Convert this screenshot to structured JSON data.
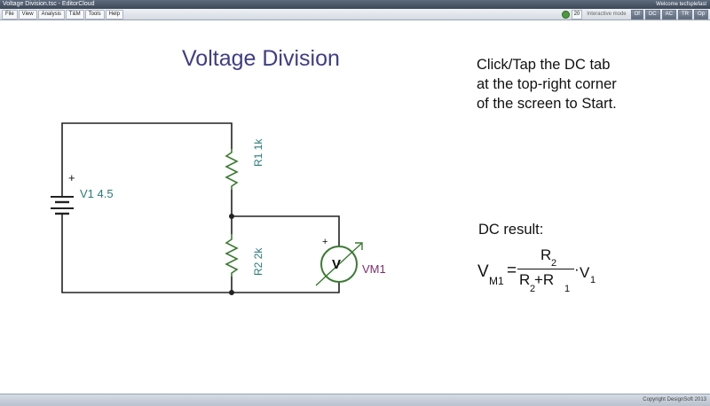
{
  "window": {
    "title": "Voltage Division.tsc - EditorCloud",
    "welcome": "Welcome tecfsplefast"
  },
  "menu": {
    "items": [
      "File",
      "View",
      "Analysis",
      "T&M",
      "Tools",
      "Help"
    ]
  },
  "toolbar_right": {
    "counter": "20",
    "mode": "Interactive mode",
    "tabs": [
      "Of",
      "DC",
      "AC",
      "TR",
      "Op"
    ]
  },
  "canvas": {
    "title": "Voltage Division",
    "instructions": [
      "Click/Tap the DC tab",
      "at the top-right corner",
      "of the screen to Start."
    ],
    "result_label": "DC result:",
    "formula": {
      "lhs": "V",
      "lhs_sub": "M1",
      "equals": "=",
      "num": "R",
      "num_sub": "2",
      "den": "R  +R",
      "den_sub1": "2",
      "den_sub2": "1",
      "dot": "·",
      "rhs": "V",
      "rhs_sub": "1"
    },
    "circuit": {
      "battery_label": "V1 4.5",
      "battery_plus": "+",
      "r1_label": "R1 1k",
      "r2_label": "R2 2k",
      "meter_label": "VM1",
      "meter_plus": "+",
      "meter_symbol": "V"
    }
  },
  "status": {
    "copyright": "Copyright DesignSoft 2013"
  },
  "colors": {
    "title": "#3e3e86",
    "component_label": "#2a7a78",
    "meter_label": "#7a2e6e",
    "resistor": "#3a7a32",
    "meter_ring": "#3a7a32"
  }
}
